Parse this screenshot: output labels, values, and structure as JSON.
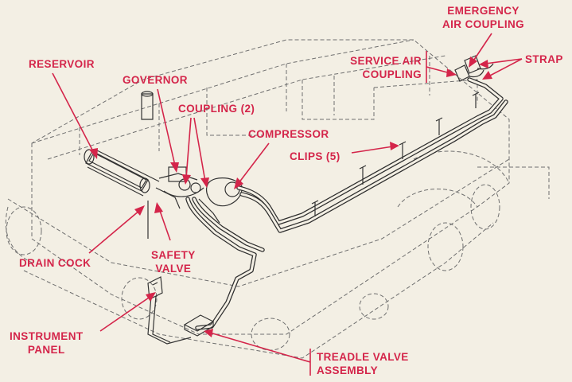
{
  "labels": {
    "emergency_air_coupling": [
      "EMERGENCY",
      "AIR COUPLING"
    ],
    "service_air_coupling": [
      "SERVICE AIR",
      "COUPLING"
    ],
    "strap": "STRAP",
    "reservoir": "RESERVOIR",
    "governor": "GOVERNOR",
    "coupling": "COUPLING (2)",
    "compressor": "COMPRESSOR",
    "clips": "CLIPS (5)",
    "drain_cock": "DRAIN COCK",
    "safety_valve": [
      "SAFETY",
      "VALVE"
    ],
    "instrument_panel": [
      "INSTRUMENT",
      "PANEL"
    ],
    "treadle_valve_assembly": [
      "TREADLE VALVE",
      "ASSEMBLY"
    ]
  },
  "colors": {
    "background": "#f3efe4",
    "label": "#d4254a",
    "line_art": "#2e2e2e",
    "ghost_outline": "#6f6f6f"
  }
}
